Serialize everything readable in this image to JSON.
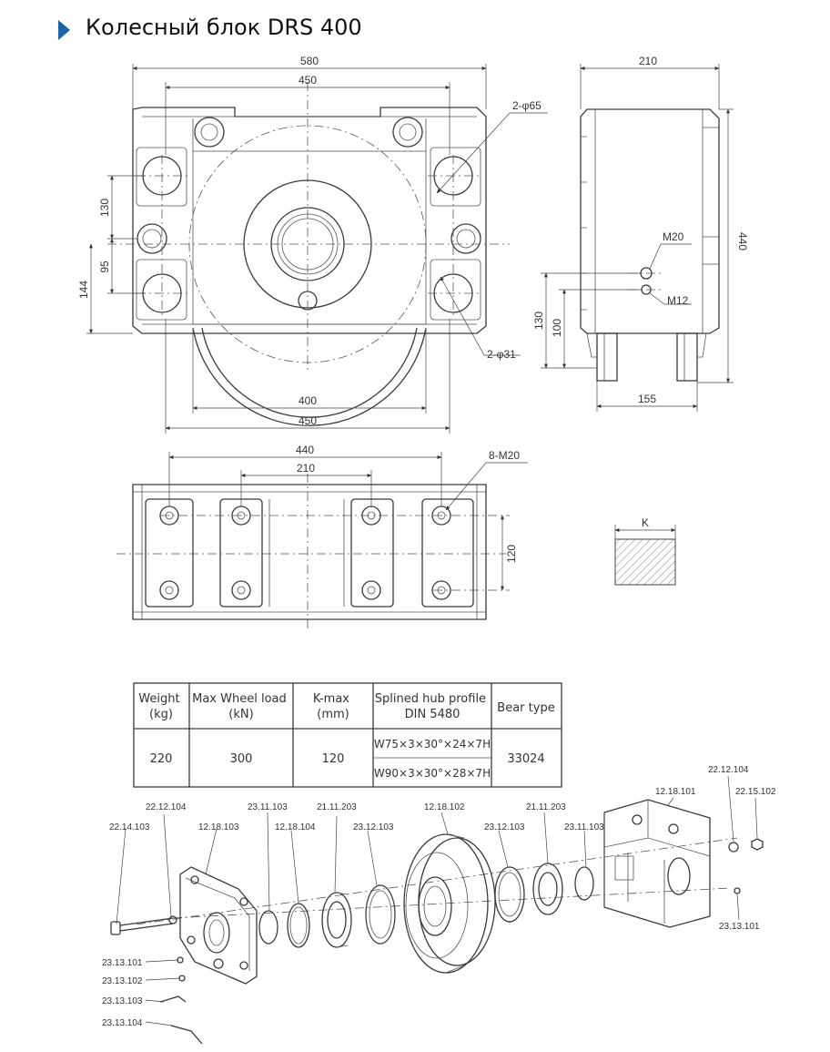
{
  "header": {
    "title": "Колесный блок DRS 400"
  },
  "front_view": {
    "dims": {
      "top_outer": "580",
      "top_inner": "450",
      "bottom_inner": "400",
      "bottom_outer": "450",
      "left_130": "130",
      "left_95": "95",
      "left_144": "144",
      "hole_top": "2-φ65",
      "hole_bottom": "2-φ31"
    }
  },
  "side_view": {
    "dims": {
      "width": "210",
      "height": "440",
      "m20": "M20",
      "m12": "M12",
      "h130": "130",
      "h100": "100",
      "w155": "155"
    }
  },
  "top_view": {
    "dims": {
      "w440": "440",
      "w210": "210",
      "h120": "120",
      "bolts": "8-M20"
    }
  },
  "k_symbol": {
    "label": "K"
  },
  "spec_table": {
    "headers": {
      "weight": "Weight\n(kg)",
      "load": "Max Wheel load\n(kN)",
      "kmax": "K-max\n(mm)",
      "hub": "Splined hub profile\nDIN 5480",
      "bear": "Bear type"
    },
    "values": {
      "weight": "220",
      "load": "300",
      "kmax": "120",
      "hub1": "W75×3×30°×24×7H",
      "hub2": "W90×3×30°×28×7H",
      "bear": "33024"
    }
  },
  "exploded_parts": {
    "p_22_14_103": "22.14.103",
    "p_22_12_104_left": "22.12.104",
    "p_12_18_103": "12.18.103",
    "p_23_11_103_a": "23.11.103",
    "p_12_18_104": "12.18.104",
    "p_21_11_203_a": "21.11.203",
    "p_23_12_103_a": "23.12.103",
    "p_12_18_102": "12.18.102",
    "p_23_12_103_b": "23.12.103",
    "p_21_11_203_b": "21.11.203",
    "p_23_11_103_b": "23.11.103",
    "p_12_18_101": "12.18.101",
    "p_22_12_104_right": "22.12.104",
    "p_22_15_102": "22.15.102",
    "p_23_13_101_right": "23.13.101",
    "p_23_13_101": "23.13.101",
    "p_23_13_102": "23.13.102",
    "p_23_13_103": "23.13.103",
    "p_23_13_104": "23.13.104"
  }
}
